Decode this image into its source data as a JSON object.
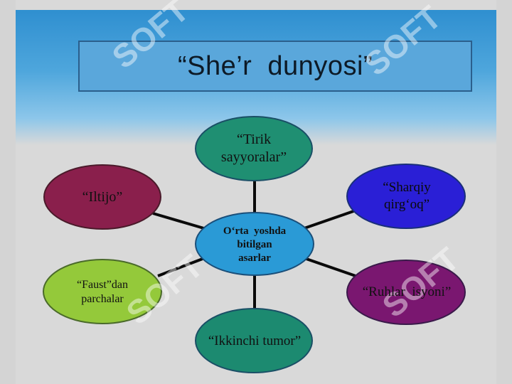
{
  "title": "“She’r  dunyosi”",
  "center": {
    "label_lines": [
      "O‘rta  yoshda",
      "bitilgan",
      "asarlar"
    ]
  },
  "nodes": [
    {
      "id": "tirik-sayyoralar",
      "lines": [
        "“Tirik",
        "sayyoralar”"
      ],
      "color": "#1f8f72"
    },
    {
      "id": "sharqiy-qirgoq",
      "lines": [
        "“Sharqiy",
        "qirg‘oq”"
      ],
      "color": "#2a1fd6"
    },
    {
      "id": "ruhlar-isyoni",
      "lines": [
        "“Ruhlar  isyoni”"
      ],
      "color": "#7a1770"
    },
    {
      "id": "ikkinchi-tumor",
      "lines": [
        "“Ikkinchi tumor”"
      ],
      "color": "#1c8a70"
    },
    {
      "id": "faust-parchalar",
      "lines": [
        "“Faust”dan",
        "parchalar"
      ],
      "color": "#94c93a"
    },
    {
      "id": "iltijo",
      "lines": [
        "“Iltijo”"
      ],
      "color": "#8a1f4c"
    }
  ],
  "colors": {
    "center_fill": "#2a9ad6",
    "connector": "#0a0a0a"
  },
  "watermark": "SOFT"
}
